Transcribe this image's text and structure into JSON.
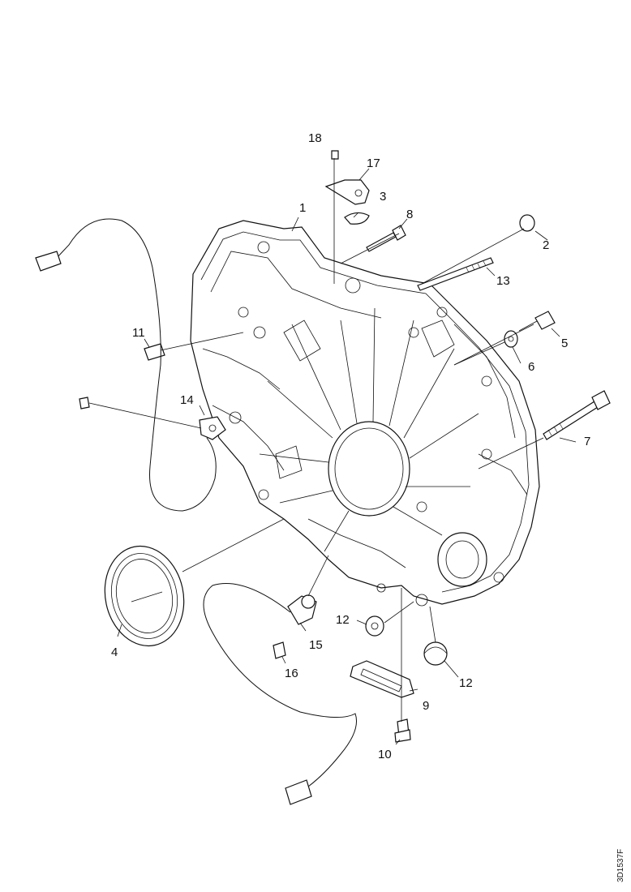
{
  "callouts": [
    "1",
    "2",
    "3",
    "4",
    "5",
    "6",
    "7",
    "8",
    "9",
    "10",
    "11",
    "12",
    "12",
    "13",
    "14",
    "15",
    "16",
    "17",
    "18"
  ],
  "reference": "3D1537F"
}
